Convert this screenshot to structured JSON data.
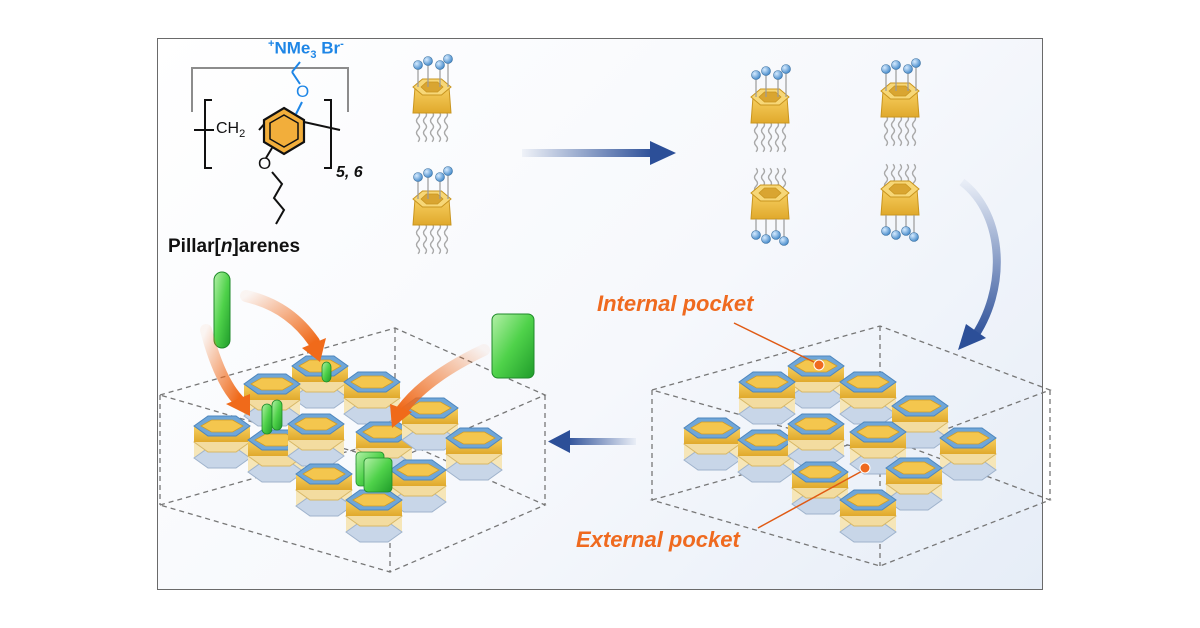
{
  "molecule": {
    "substituent_top": "NMe",
    "substituent_top_sub": "3",
    "charge_plus": "+",
    "counterion": "Br",
    "charge_minus": "-",
    "oxygen_top": "O",
    "oxygen_bottom": "O",
    "methylene": "CH",
    "methylene_sub": "2",
    "repeat_index": "5, 6",
    "name_prefix": "Pillar[",
    "name_italic": "n",
    "name_suffix": "]arenes"
  },
  "labels": {
    "internal_pocket": "Internal pocket",
    "external_pocket": "External pocket"
  },
  "colors": {
    "cation_blue": "#1e86e6",
    "pillar_gold": "#f2c24b",
    "rim_blue": "#6fa6d8",
    "flow_arrow": "#2c4f98",
    "guest_arrow": "#f06a1a",
    "guest_green": "#33c43a",
    "pocket_label": "#ef6a1f"
  }
}
